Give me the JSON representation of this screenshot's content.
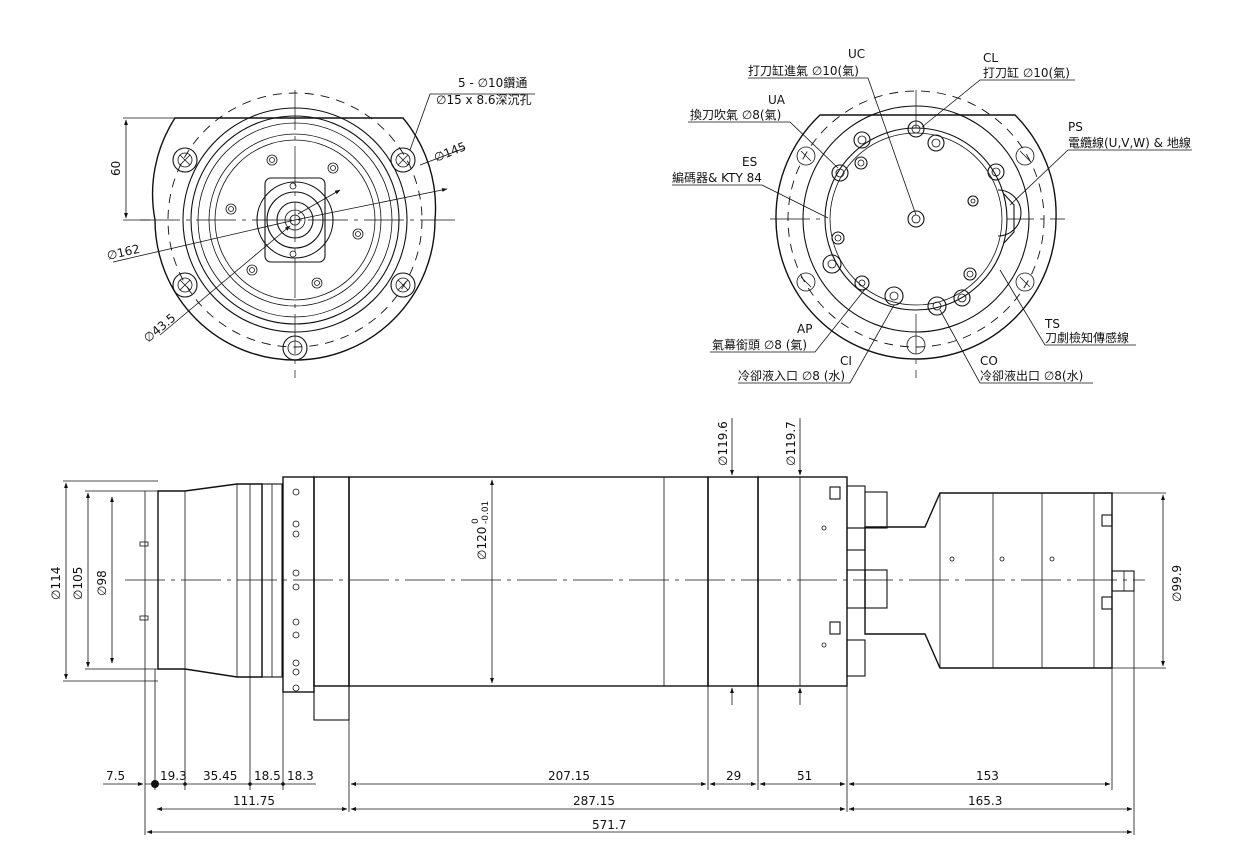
{
  "front_view_left": {
    "hole_note_line1": "5 - ∅10鑽通",
    "hole_note_line2": "∅15 x 8.6深沉孔",
    "dim_145": "∅145",
    "dim_60": "60",
    "dim_162": "∅162",
    "dim_43_5": "∅43.5"
  },
  "front_view_right": {
    "uc_code": "UC",
    "uc_desc": "打刀缸進氣 ∅10(氣)",
    "cl_code": "CL",
    "cl_desc": "打刀缸 ∅10(氣)",
    "ua_code": "UA",
    "ua_desc": "換刀吹氣 ∅8(氣)",
    "ps_code": "PS",
    "ps_desc": "電纜線(U,V,W) & 地線",
    "es_code": "ES",
    "es_desc": "編碼器& KTY 84",
    "ts_code": "TS",
    "ts_desc": "刀劇檢知傳感線",
    "ap_code": "AP",
    "ap_desc": "氣幕銜頭 ∅8 (氣)",
    "ci_code": "CI",
    "ci_desc": "冷卻液入口 ∅8 (水)",
    "co_code": "CO",
    "co_desc": "冷卻液出口 ∅8(水)"
  },
  "side_view": {
    "dia_114": "∅114",
    "dia_105": "∅105",
    "dia_98": "∅98",
    "dia_120": "∅120",
    "dia_120_tol_upper": "0",
    "dia_120_tol_lower": "-0.01",
    "dia_119_6": "∅119.6",
    "dia_119_7": "∅119.7",
    "dia_99_9": "∅99.9",
    "len_7_5": "7.5",
    "len_19_3": "19.3",
    "len_35_45": "35.45",
    "len_18_5": "18.5",
    "len_18_3": "18.3",
    "len_207_15": "207.15",
    "len_29": "29",
    "len_51": "51",
    "len_153": "153",
    "len_111_75": "111.75",
    "len_287_15": "287.15",
    "len_165_3": "165.3",
    "len_571_7": "571.7"
  },
  "colors": {
    "line": "#111111",
    "background": "#ffffff"
  }
}
